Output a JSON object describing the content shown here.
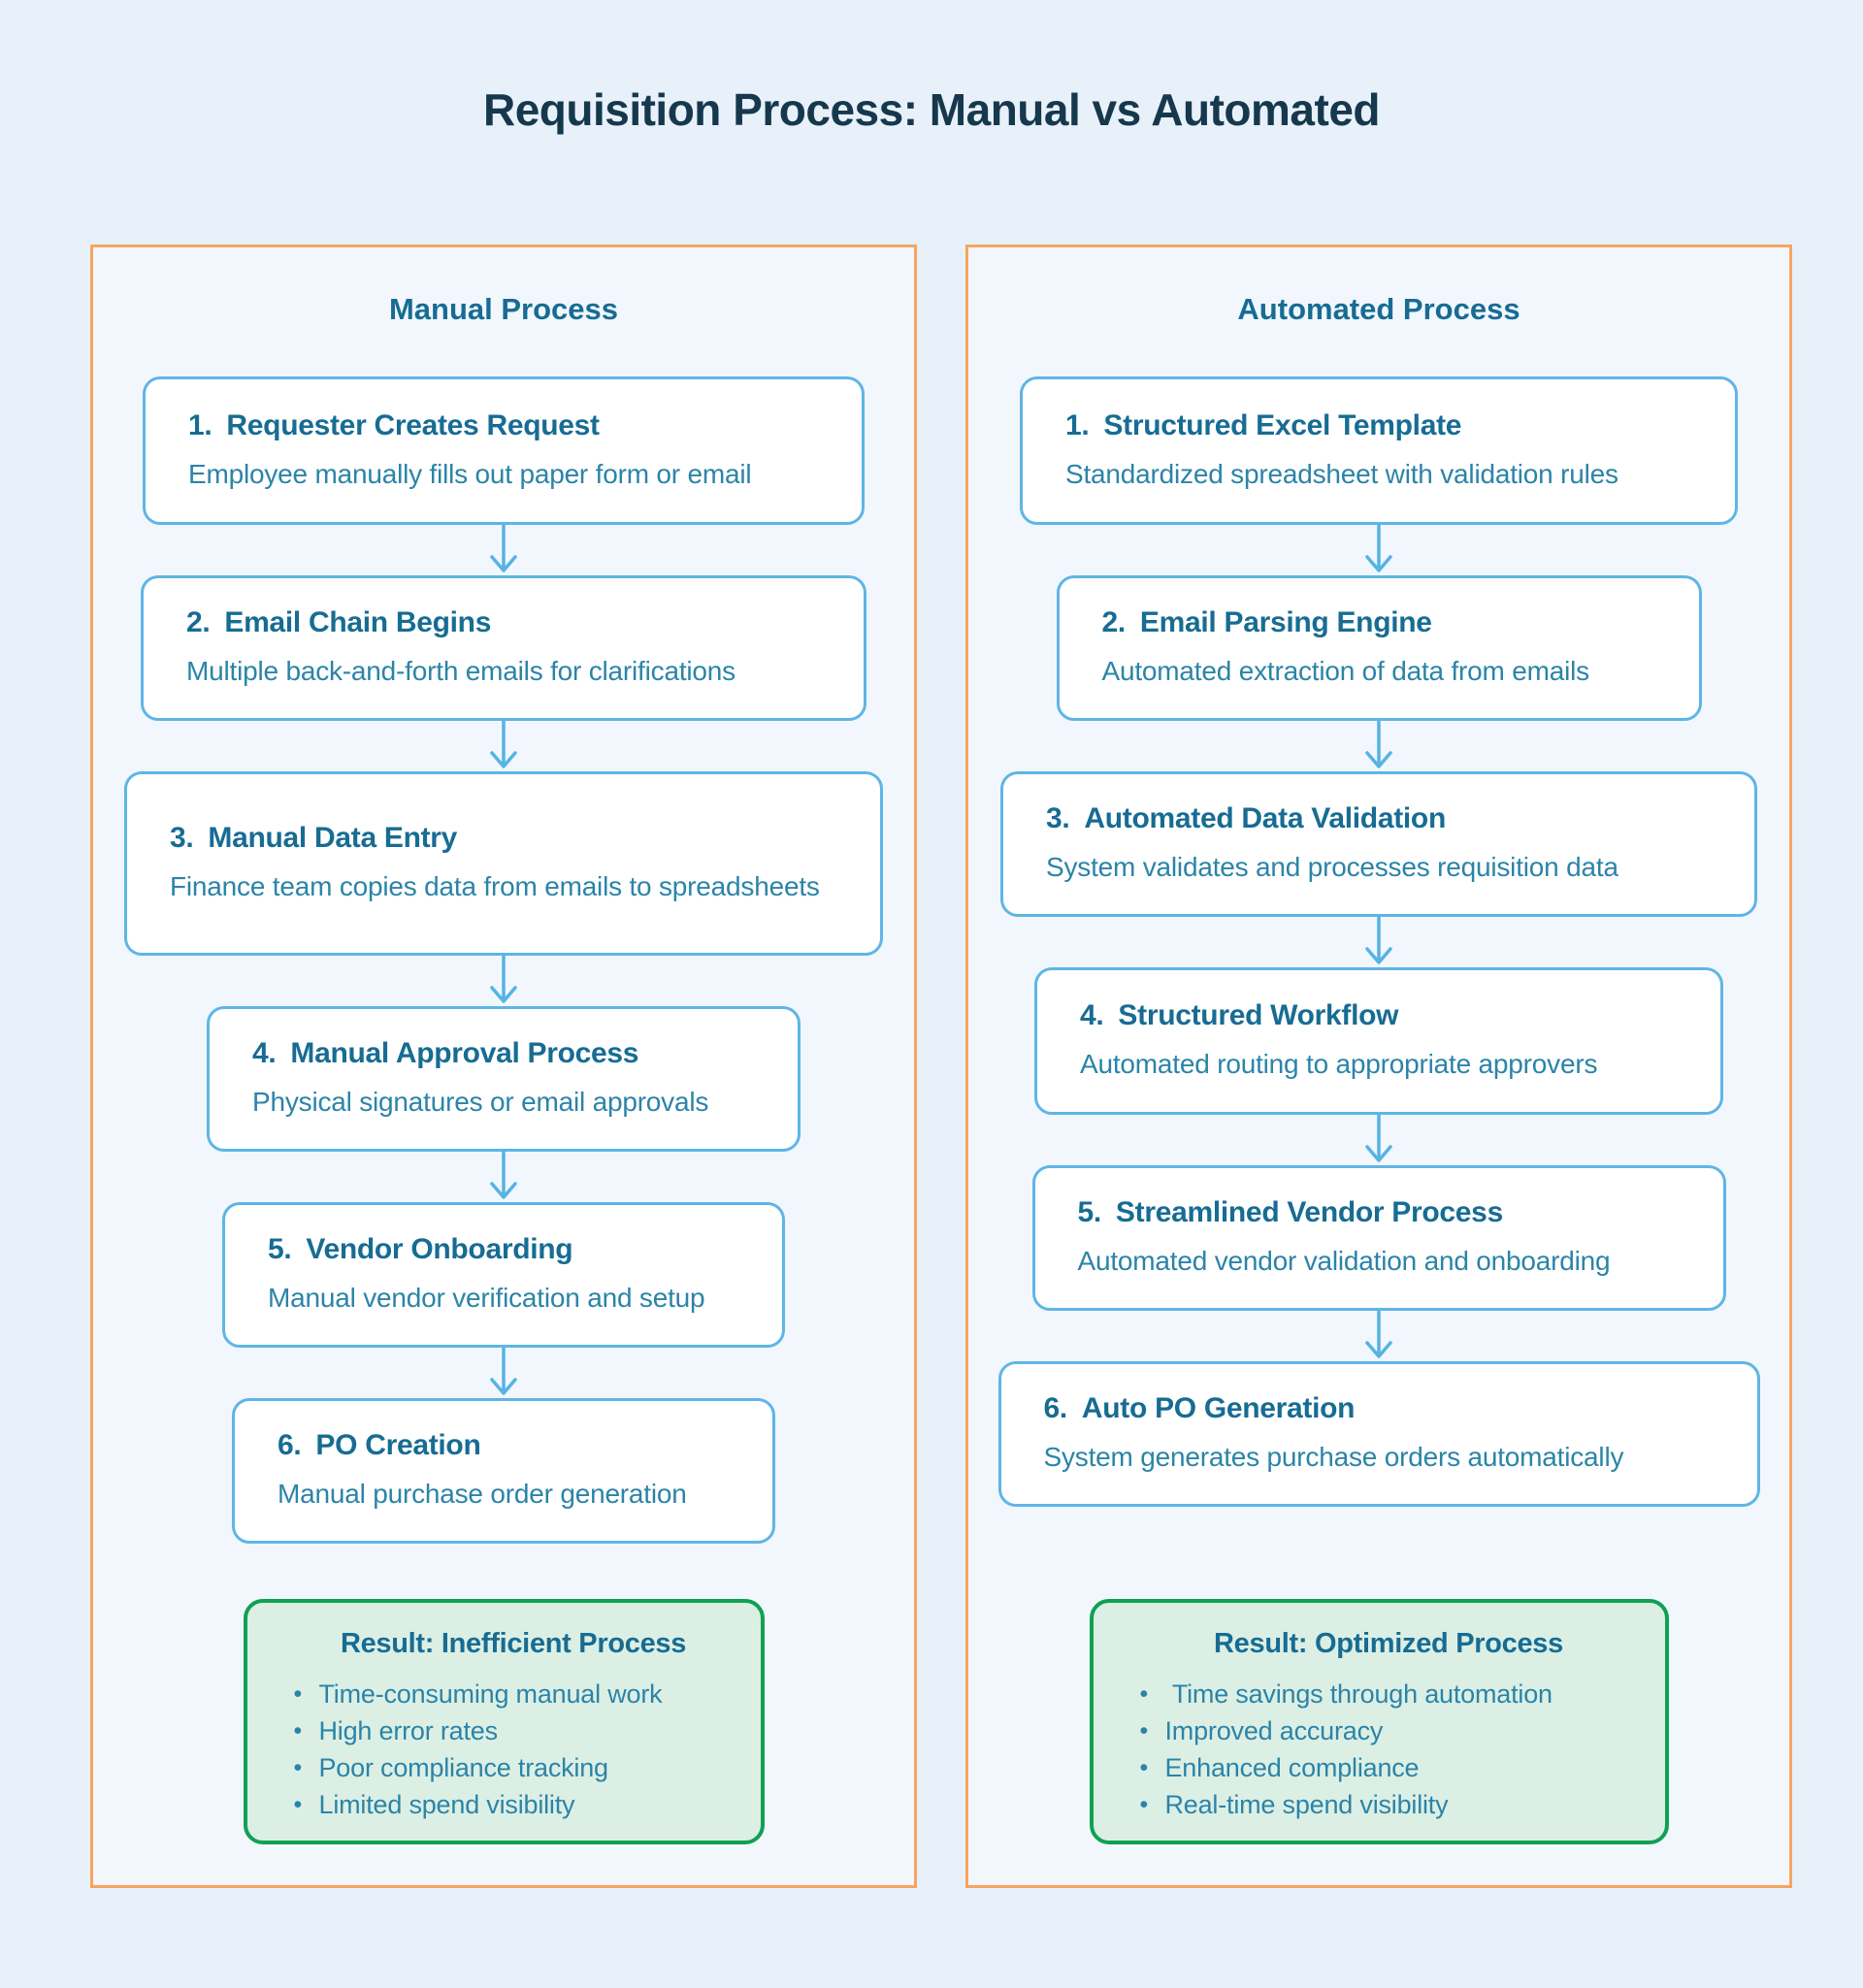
{
  "title": "Requisition Process: Manual vs Automated",
  "columns": [
    {
      "header": "Manual Process",
      "steps": [
        {
          "num": "1.",
          "title": "Requester Creates Request",
          "desc": "Employee manually fills out paper form or email"
        },
        {
          "num": "2.",
          "title": "Email Chain Begins",
          "desc": "Multiple back-and-forth emails for clarifications"
        },
        {
          "num": "3.",
          "title": "Manual Data Entry",
          "desc": "Finance team copies data from emails to spreadsheets"
        },
        {
          "num": "4.",
          "title": "Manual Approval Process",
          "desc": "Physical signatures or email approvals"
        },
        {
          "num": "5.",
          "title": "Vendor Onboarding",
          "desc": "Manual vendor verification and setup"
        },
        {
          "num": "6.",
          "title": "PO Creation",
          "desc": "Manual purchase order generation"
        }
      ],
      "result": {
        "title": "Result: Inefficient Process",
        "bullets": [
          "Time-consuming manual work",
          "High error rates",
          "Poor compliance tracking",
          "Limited spend visibility"
        ]
      }
    },
    {
      "header": "Automated Process",
      "steps": [
        {
          "num": "1.",
          "title": "Structured Excel Template",
          "desc": "Standardized spreadsheet with validation rules"
        },
        {
          "num": "2.",
          "title": "Email Parsing Engine",
          "desc": "Automated extraction of data from emails"
        },
        {
          "num": "3.",
          "title": "Automated Data Validation",
          "desc": "System validates and processes requisition data"
        },
        {
          "num": "4.",
          "title": "Structured Workflow",
          "desc": "Automated routing to appropriate approvers"
        },
        {
          "num": "5.",
          "title": "Streamlined Vendor Process",
          "desc": "Automated vendor validation and onboarding"
        },
        {
          "num": "6.",
          "title": "Auto PO Generation",
          "desc": "System generates purchase orders automatically"
        }
      ],
      "result": {
        "title": "Result: Optimized Process",
        "bullets": [
          " Time savings through automation",
          "Improved accuracy",
          "Enhanced compliance",
          "Real-time spend visibility"
        ]
      }
    }
  ],
  "icons": {
    "arrow_down": "arrow-down-icon"
  },
  "colors": {
    "page_background": "#E8F1FA",
    "panel_background": "#F1F7FD",
    "panel_border": "#F7A55F",
    "step_background": "#FFFFFF",
    "step_border": "#5FB5E5",
    "arrow": "#56B3E4",
    "title_text": "#16384D",
    "heading_text": "#176C93",
    "body_text": "#2B84A8",
    "result_border": "#0FA152",
    "result_background": "#DCEFE4"
  }
}
